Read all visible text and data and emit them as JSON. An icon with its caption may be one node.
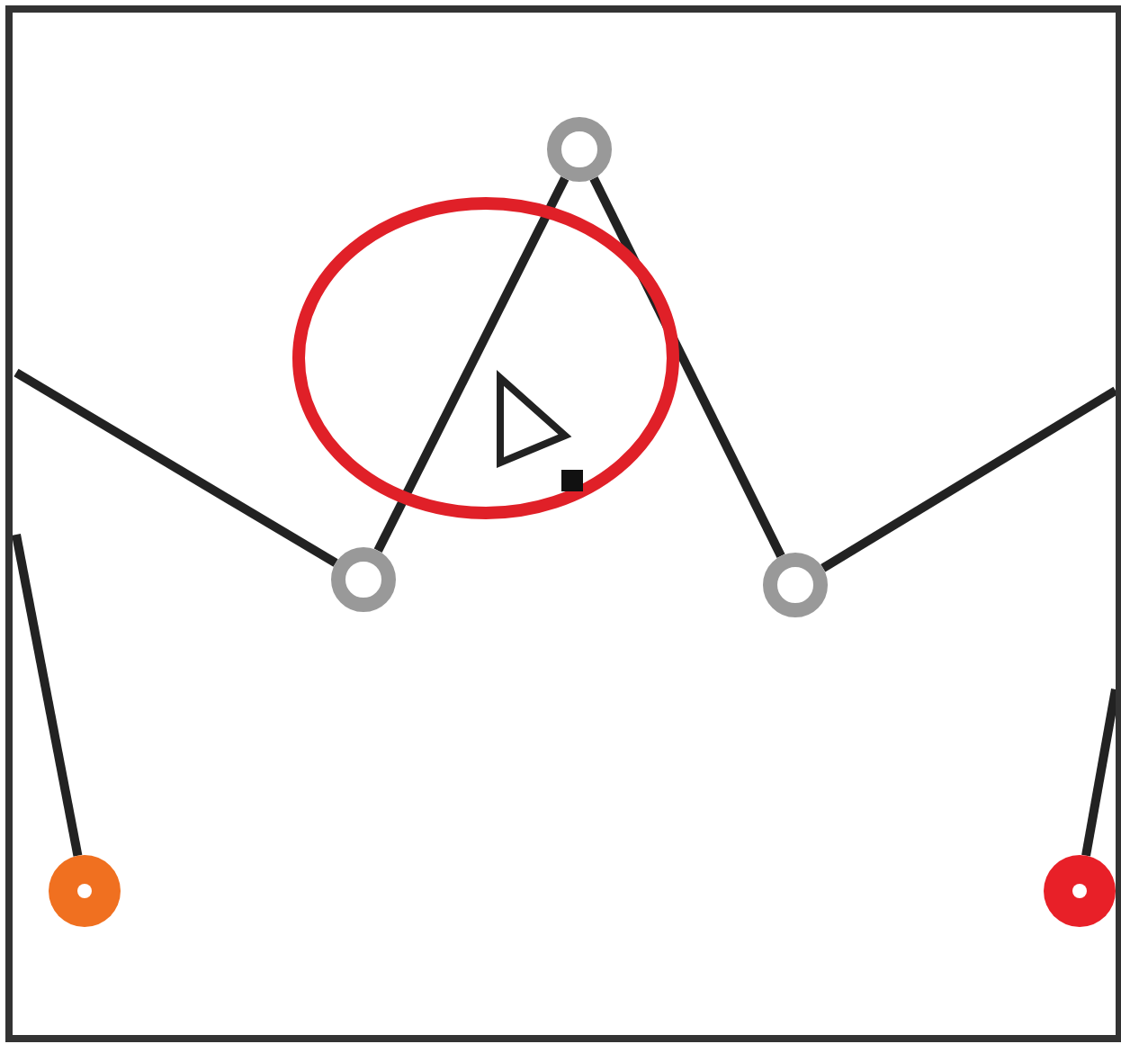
{
  "diagram": {
    "nodes": [
      {
        "text": [],
        "shape": "circle"
      },
      {
        "text": [],
        "shape": "circle"
      },
      {
        "text": [],
        "shape": "circle"
      },
      {
        "text": [],
        "shape": "circle"
      },
      {
        "text": [],
        "shape": "circle"
      }
    ],
    "edges": [
      {
        "from": null,
        "to": 1,
        "arrow": "none"
      },
      {
        "from": 1,
        "to": 2,
        "arrow": "none"
      },
      {
        "from": 2,
        "to": 3,
        "arrow": "none"
      },
      {
        "from": 3,
        "to": null,
        "arrow": "none"
      },
      {
        "from": null,
        "to": 0,
        "arrow": "none"
      },
      {
        "from": null,
        "to": 4,
        "arrow": "none"
      }
    ]
  }
}
